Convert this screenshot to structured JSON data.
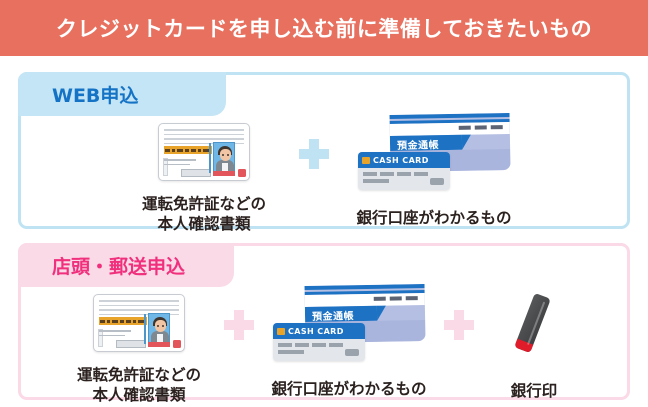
{
  "header": {
    "title": "クレジットカードを申し込む前に準備しておきたいもの",
    "background_color": "#e8705f",
    "text_color": "#ffffff"
  },
  "panels": [
    {
      "id": "web",
      "tab_label": "WEB申込",
      "tab_background": "#c3e5f5",
      "tab_text_color": "#1573c6",
      "border_color": "#bfe3f3",
      "separator_color": "#bfe3f3",
      "items": [
        {
          "icon": "drivers-license-icon",
          "label": "運転免許証などの\n本人確認書類"
        },
        {
          "icon": "bankbook-cashcard-icon",
          "label": "銀行口座がわかるもの",
          "passbook_text": "預金通帳",
          "cashcard_text": "CASH CARD"
        }
      ]
    },
    {
      "id": "shop",
      "tab_label": "店頭・郵送申込",
      "tab_background": "#fbdae8",
      "tab_text_color": "#f0307c",
      "border_color": "#fbd9e7",
      "separator_color": "#fbdae8",
      "items": [
        {
          "icon": "drivers-license-icon",
          "label": "運転免許証などの\n本人確認書類"
        },
        {
          "icon": "bankbook-cashcard-icon",
          "label": "銀行口座がわかるもの",
          "passbook_text": "預金通帳",
          "cashcard_text": "CASH CARD"
        },
        {
          "icon": "hanko-seal-icon",
          "label": "銀行印"
        }
      ]
    }
  ]
}
